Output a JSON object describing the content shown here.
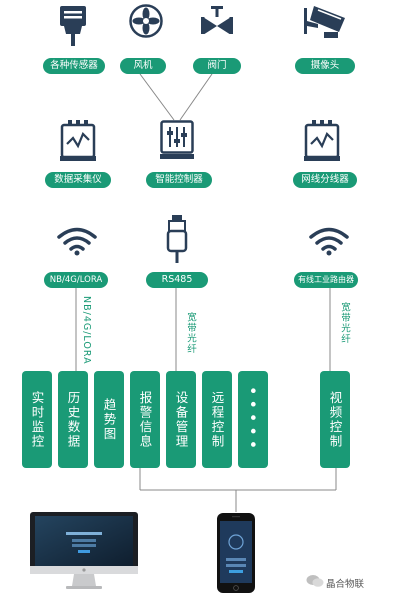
{
  "colors": {
    "accent": "#1a9a76",
    "icon": "#2a3e57",
    "line": "#888888"
  },
  "top_devices": {
    "sensors_label": "各种传感器",
    "fan_label": "风机",
    "valve_label": "阀门",
    "camera_label": "摄像头"
  },
  "middle_devices": {
    "collector_label": "数据采集仪",
    "controller_label": "智能控制器",
    "splitter_label": "网线分线器"
  },
  "network": {
    "wireless_label": "NB/4G/LORA",
    "rs485_label": "RS485",
    "router_label": "有线工业路由器"
  },
  "link_labels": {
    "left": "NB/4G/LORA",
    "middle": "宽带光纤",
    "right": "宽带光纤"
  },
  "modules": [
    {
      "label": "实时监控"
    },
    {
      "label": "历史数据"
    },
    {
      "label": "趋势图"
    },
    {
      "label": "报警信息"
    },
    {
      "label": "设备管理"
    },
    {
      "label": "远程控制"
    },
    {
      "label": "•••••"
    },
    {
      "label": "视频控制"
    }
  ],
  "watermark": "晶合物联"
}
